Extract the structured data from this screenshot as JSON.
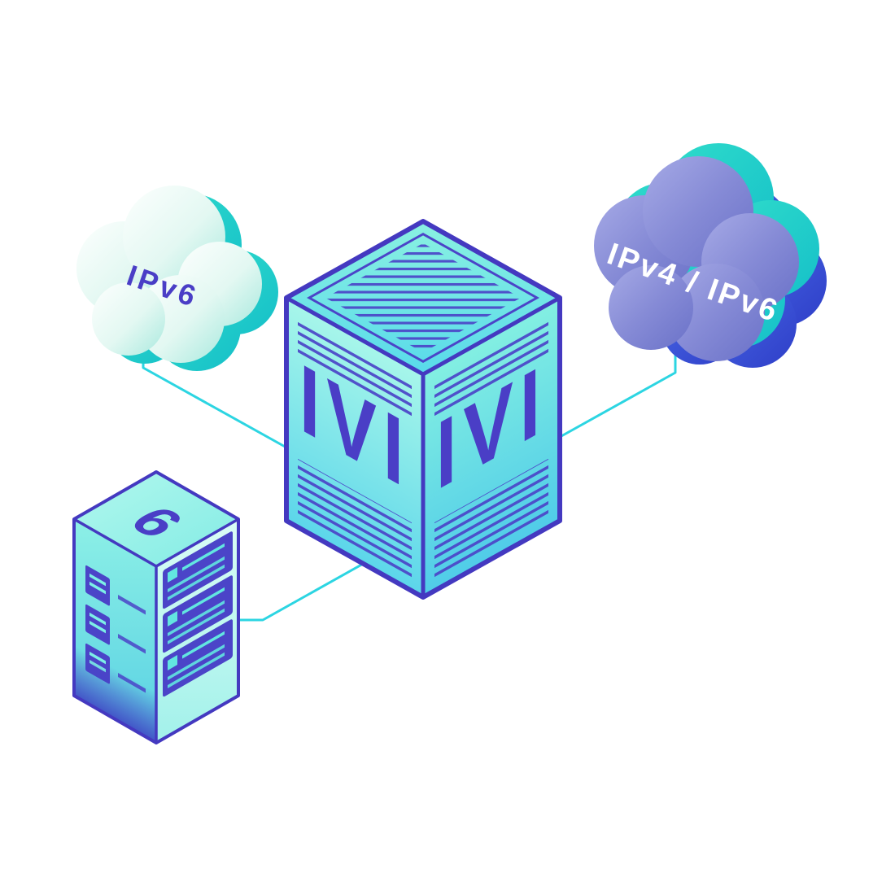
{
  "diagram": {
    "description": "Isometric network diagram of an IVI IPv4/IPv6 translator connecting an IPv6 cloud, a dual-stack IPv4/IPv6 cloud and an IPv6 server",
    "nodes": {
      "ipv6_cloud": {
        "label": "IPv6"
      },
      "dual_stack_cloud": {
        "label": "IPv4 / IPv6"
      },
      "translator": {
        "label": "IVI"
      },
      "server": {
        "label": "6"
      }
    },
    "connections": [
      {
        "from": "ipv6_cloud",
        "to": "translator"
      },
      {
        "from": "dual_stack_cloud",
        "to": "translator"
      },
      {
        "from": "server",
        "to": "translator"
      }
    ],
    "colors": {
      "background": "#FFFFFF",
      "indigo": "#4B44C8",
      "edge_indigo": "#4439C0",
      "teal": "#2ED8C8",
      "cyan_line": "#2CD5E2",
      "cube_teal_light": "#A5F6EA",
      "cube_teal_deep": "#52CDE8",
      "cloud_purple": "#8287D4",
      "cloud_blue": "#3A54DC",
      "cloud_white": "#FBFEFD",
      "label_indigo": "#4A3EC6",
      "label_white": "#FFFFFF"
    }
  }
}
